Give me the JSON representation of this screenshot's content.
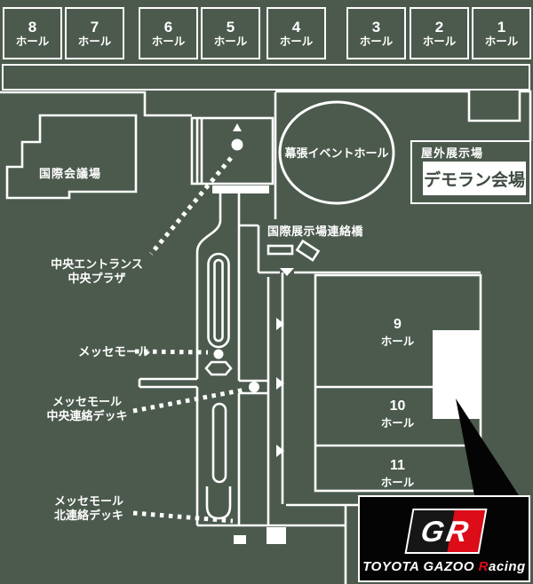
{
  "colors": {
    "background": "#4b5a4d",
    "line": "#ffffff",
    "accent_red": "#dc0c18",
    "logo_bg": "#000000",
    "demo_text": "#3e4a40"
  },
  "top_halls": [
    {
      "number": "8",
      "suffix": "ホール"
    },
    {
      "number": "7",
      "suffix": "ホール"
    },
    {
      "number": "6",
      "suffix": "ホール"
    },
    {
      "number": "5",
      "suffix": "ホール"
    },
    {
      "number": "4",
      "suffix": "ホール"
    },
    {
      "number": "3",
      "suffix": "ホール"
    },
    {
      "number": "2",
      "suffix": "ホール"
    },
    {
      "number": "1",
      "suffix": "ホール"
    }
  ],
  "right_halls": [
    {
      "number": "9",
      "suffix": "ホール"
    },
    {
      "number": "10",
      "suffix": "ホール"
    },
    {
      "number": "11",
      "suffix": "ホール"
    }
  ],
  "buildings": {
    "conference_hall": "国際会議場",
    "event_hall": "幕張イベントホール",
    "outdoor_site": "屋外展示場",
    "demo_run_venue": "デモラン会場",
    "bridge": "国際展示場連絡橋"
  },
  "labels": {
    "central_entrance_line1": "中央エントランス",
    "central_entrance_line2": "中央プラザ",
    "messe_mall": "メッセモール",
    "central_deck_line1": "メッセモール",
    "central_deck_line2": "中央連絡デッキ",
    "north_deck_line1": "メッセモール",
    "north_deck_line2": "北連絡デッキ"
  },
  "logo": {
    "emblem": "GR",
    "word_prefix": "TOYOTA GAZOO ",
    "word_red": "R",
    "word_suffix": "acing"
  }
}
